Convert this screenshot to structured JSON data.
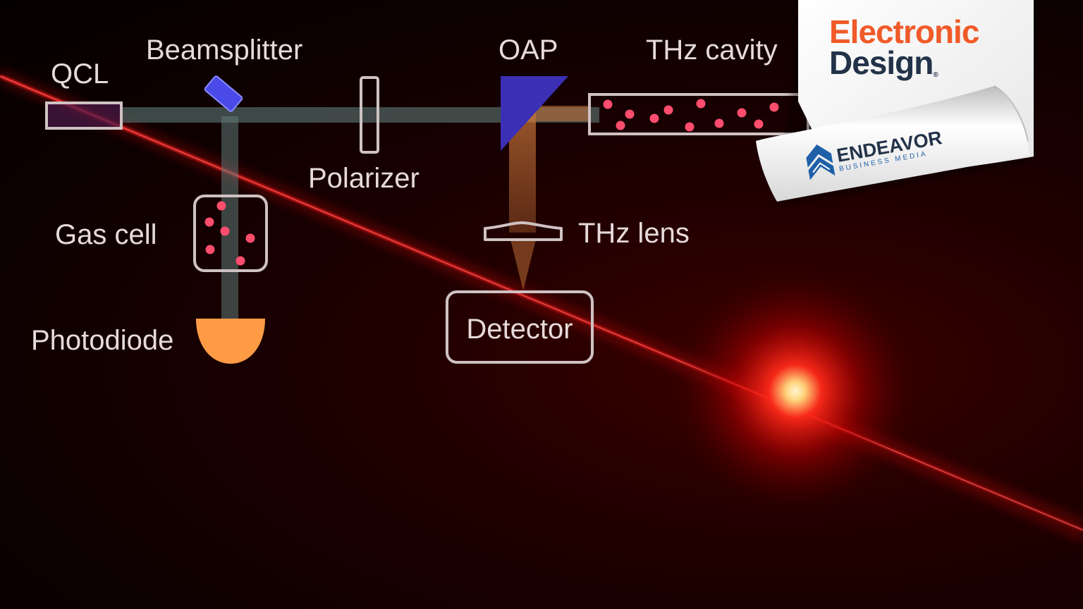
{
  "colors": {
    "background": "#0e0000",
    "beam": "#5f7a76",
    "outline": "#cfc2c2",
    "particle": "#ff4d6d",
    "beamsplitter": "#4a4ae8",
    "oap": "#3b2fb5",
    "thz_beam": "#c8743a",
    "photodiode": "#ff9a45",
    "qcl_fill": "#4a1a4a",
    "label": "#e6dada",
    "brand_orange": "#f05a28",
    "brand_navy": "#223349",
    "endeavor_blue": "#1e5fa8"
  },
  "diagram": {
    "components": {
      "qcl": "QCL",
      "beamsplitter": "Beamsplitter",
      "polarizer": "Polarizer",
      "oap": "OAP",
      "thz_cavity": "THz cavity",
      "gas_cell": "Gas cell",
      "photodiode": "Photodiode",
      "thz_lens": "THz lens",
      "detector": "Detector"
    }
  },
  "brand": {
    "line1": "Electronic",
    "line2": "Design",
    "registered_mark": "®",
    "publisher": "ENDEAVOR",
    "publisher_sub": "BUSINESS MEDIA"
  }
}
